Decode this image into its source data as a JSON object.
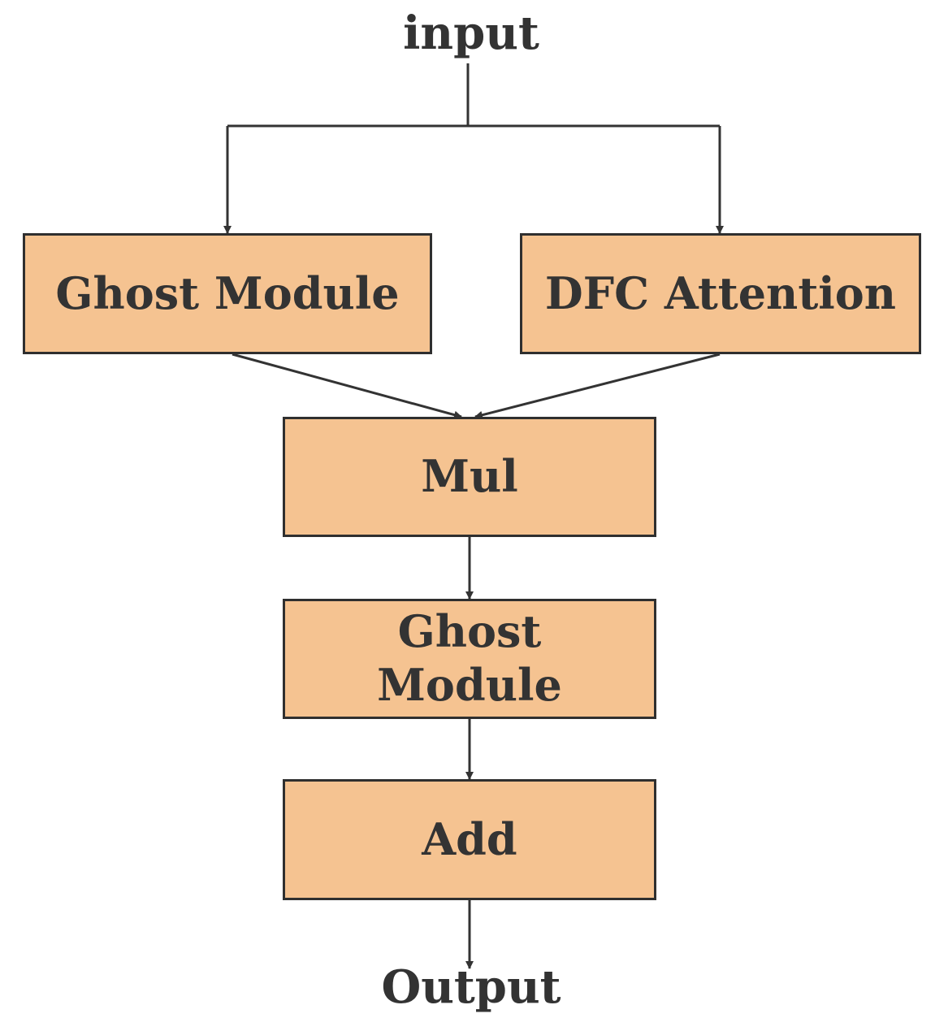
{
  "diagram": {
    "input_label": "input",
    "output_label": "Output",
    "nodes": {
      "ghost_module_top": "Ghost Module",
      "dfc_attention": "DFC Attention",
      "mul": "Mul",
      "ghost_module_mid": "Ghost Module",
      "add": "Add"
    },
    "colors": {
      "node_fill": "#f5c391",
      "node_border": "#2f2f2f",
      "line": "#333333",
      "text": "#333333"
    }
  }
}
